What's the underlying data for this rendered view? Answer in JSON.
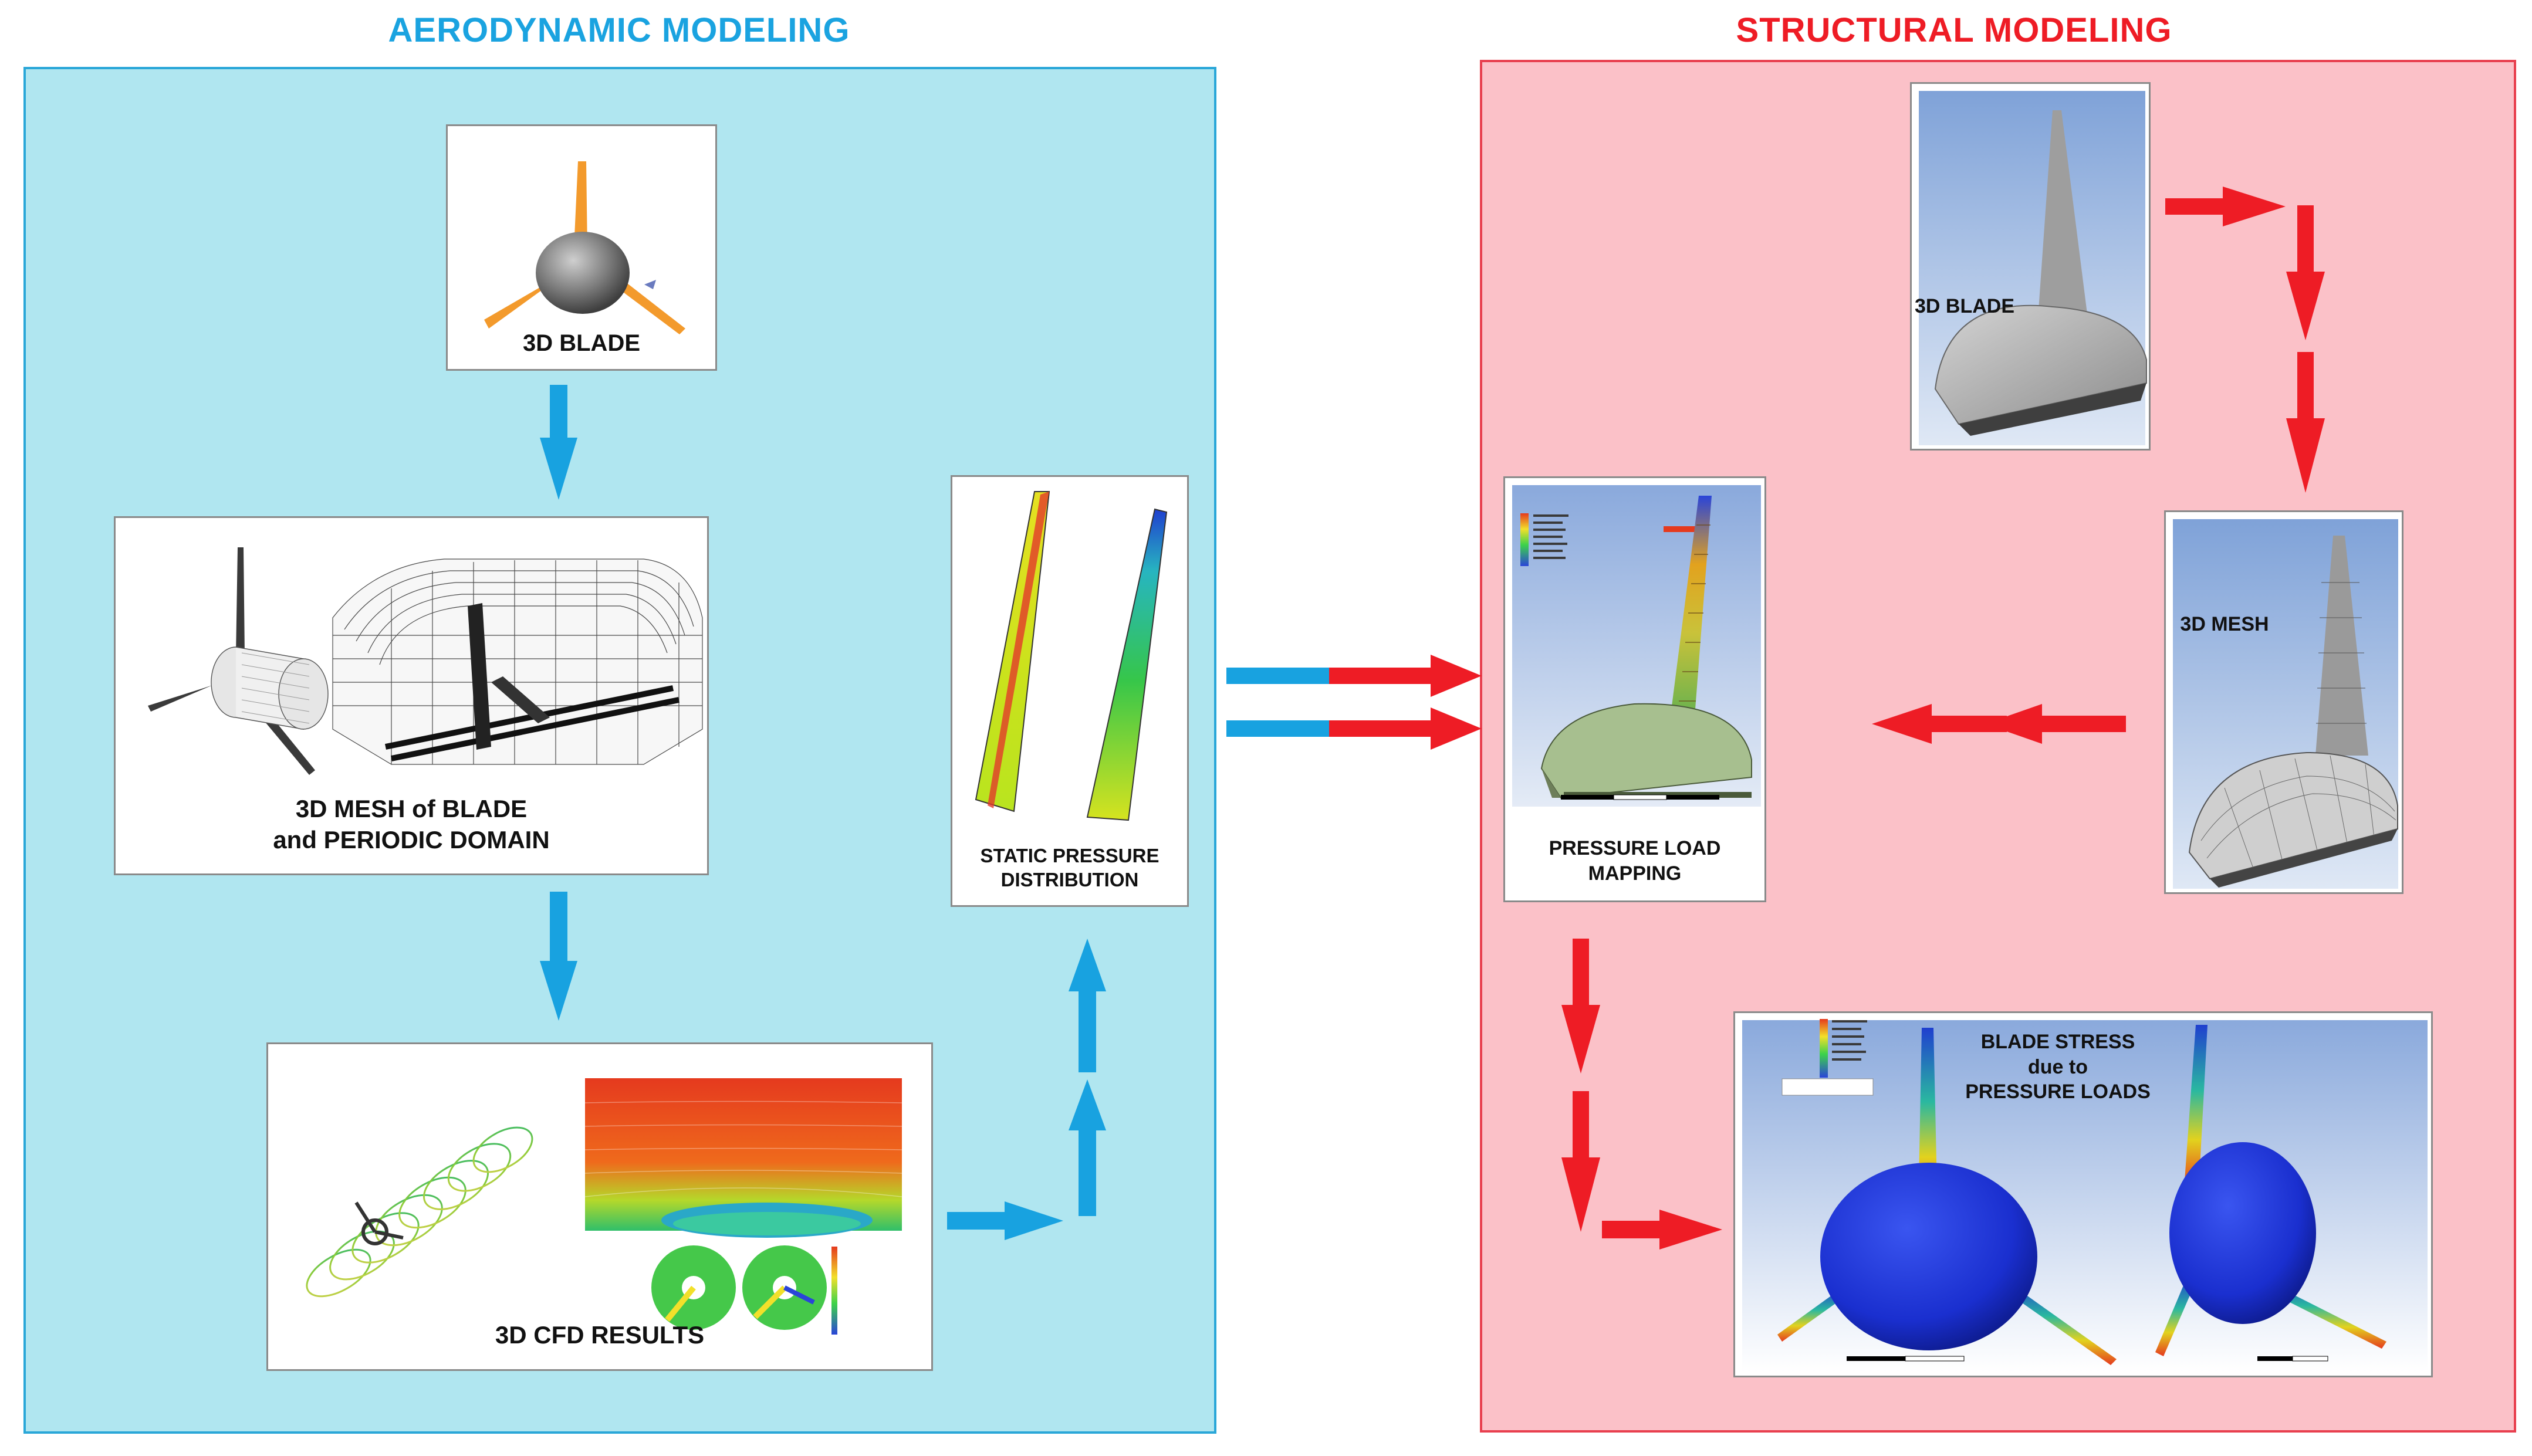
{
  "aero": {
    "title": "AERODYNAMIC MODELING",
    "blade_label": "3D BLADE",
    "mesh_label_1": "3D MESH of BLADE",
    "mesh_label_2": "and PERIODIC DOMAIN",
    "cfd_label": "3D CFD RESULTS",
    "pressure_label_1": "STATIC PRESSURE",
    "pressure_label_2": "DISTRIBUTION"
  },
  "struct": {
    "title": "STRUCTURAL MODELING",
    "blade_label": "3D BLADE",
    "mesh_label": "3D MESH",
    "load_label_1": "PRESSURE LOAD",
    "load_label_2": "MAPPING",
    "stress_label_1": "BLADE STRESS",
    "stress_label_2": "due to",
    "stress_label_3": "PRESSURE LOADS"
  },
  "colors": {
    "aero_title": "#1aa3e0",
    "struct_title": "#ee1c25",
    "aero_bg": "#b0e6f0",
    "aero_border": "#2aa7d8",
    "struct_bg": "#fbc1c8",
    "struct_border": "#e8404f",
    "blue_arrow": "#18a2e0",
    "red_arrow": "#ee1c25"
  }
}
